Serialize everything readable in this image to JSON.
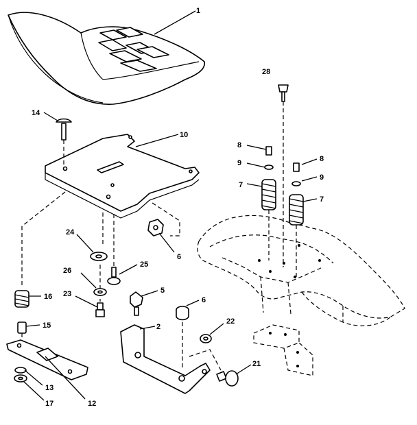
{
  "callouts": [
    {
      "id": "p1",
      "label": "1"
    },
    {
      "id": "p28",
      "label": "28"
    },
    {
      "id": "p14",
      "label": "14"
    },
    {
      "id": "p10",
      "label": "10"
    },
    {
      "id": "p8a",
      "label": "8"
    },
    {
      "id": "p9a",
      "label": "9"
    },
    {
      "id": "p7a",
      "label": "7"
    },
    {
      "id": "p8b",
      "label": "8"
    },
    {
      "id": "p9b",
      "label": "9"
    },
    {
      "id": "p7b",
      "label": "7"
    },
    {
      "id": "p24",
      "label": "24"
    },
    {
      "id": "p6a",
      "label": "6"
    },
    {
      "id": "p26",
      "label": "26"
    },
    {
      "id": "p25",
      "label": "25"
    },
    {
      "id": "p5",
      "label": "5"
    },
    {
      "id": "p6b",
      "label": "6"
    },
    {
      "id": "p16",
      "label": "16"
    },
    {
      "id": "p23",
      "label": "23"
    },
    {
      "id": "p15",
      "label": "15"
    },
    {
      "id": "p2",
      "label": "2"
    },
    {
      "id": "p22",
      "label": "22"
    },
    {
      "id": "p21",
      "label": "21"
    },
    {
      "id": "p13",
      "label": "13"
    },
    {
      "id": "p17",
      "label": "17"
    },
    {
      "id": "p12",
      "label": "12"
    }
  ]
}
